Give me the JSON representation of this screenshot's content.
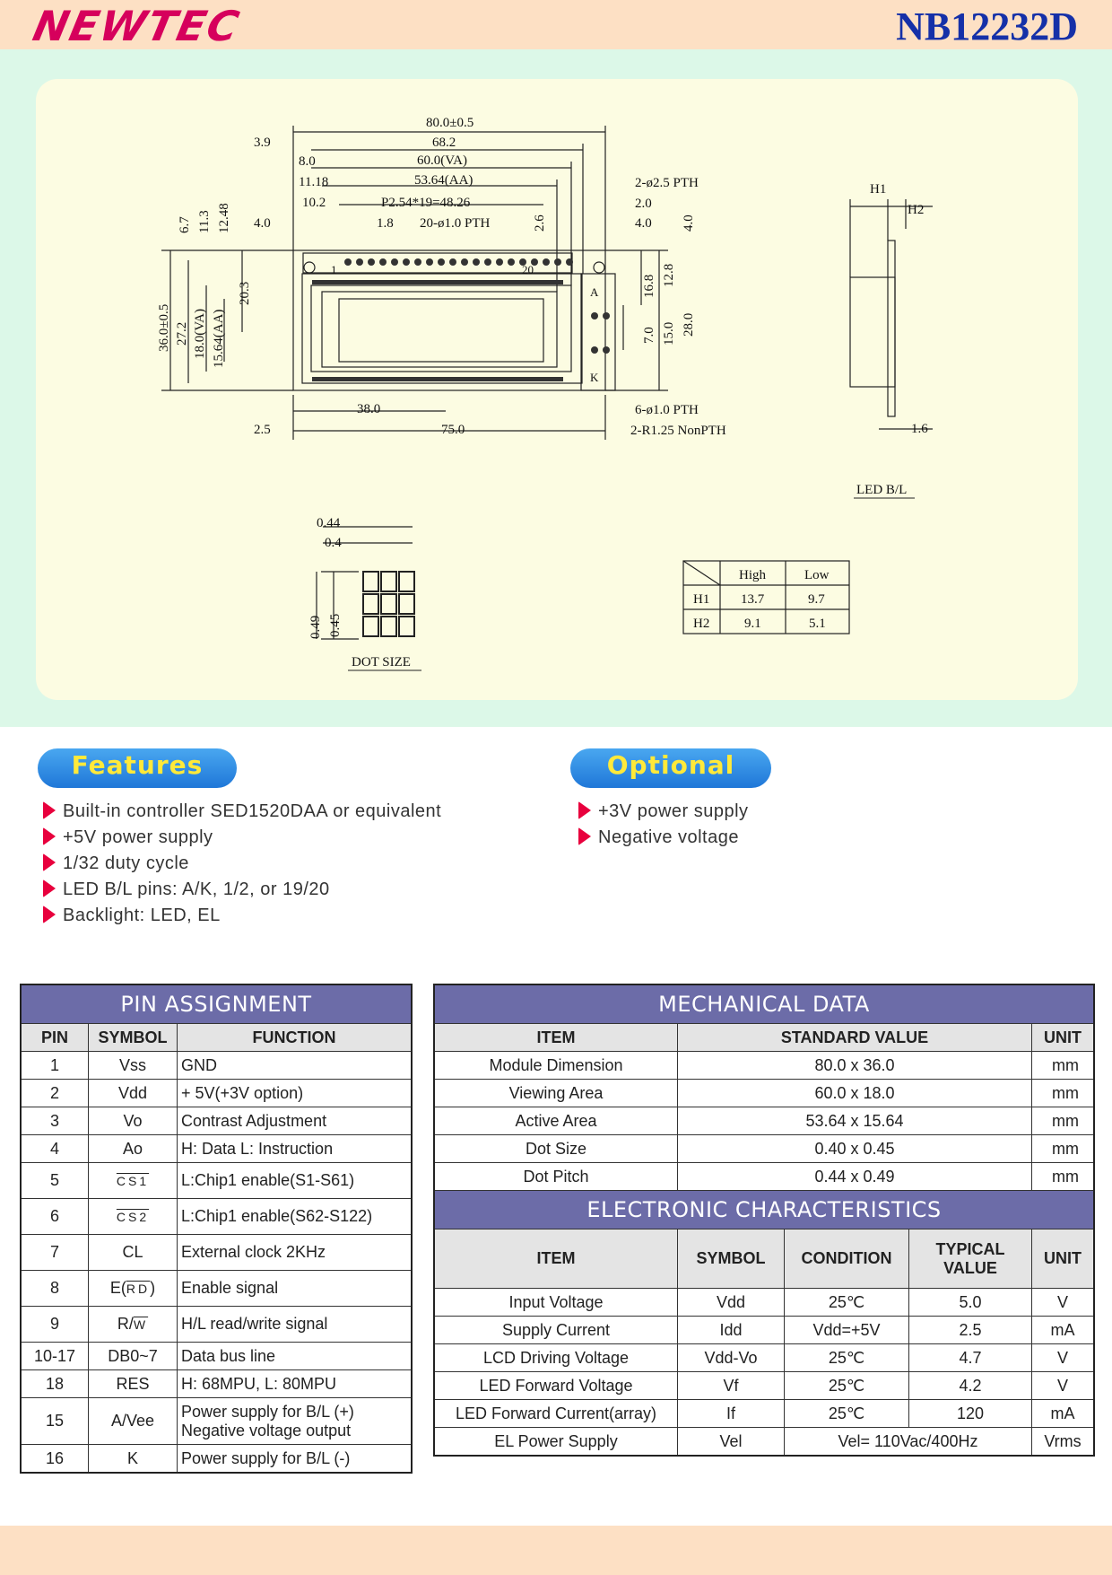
{
  "header": {
    "logo": "NEWTEC",
    "model": "NB12232D"
  },
  "drawing": {
    "dims_top": [
      "80.0±0.5",
      "68.2",
      "60.0(VA)",
      "53.64(AA)",
      "P2.54*19=48.26",
      "20-ø1.0 PTH",
      "3.9",
      "8.0",
      "11.18",
      "10.2",
      "1.8",
      "4.0",
      "2.6"
    ],
    "dims_left": [
      "6.7",
      "11.3",
      "12.48",
      "36.0±0.5",
      "27.2",
      "18.0(VA)",
      "15.64(AA)",
      "20.3"
    ],
    "dims_right": [
      "2-ø2.5 PTH",
      "2.0",
      "4.0",
      "4.0",
      "16.8",
      "12.8",
      "7.0",
      "15.0",
      "28.0"
    ],
    "dims_bottom": [
      "38.0",
      "2.5",
      "75.0",
      "6-ø1.0 PTH",
      "2-R1.25 NonPTH"
    ],
    "pin_labels": [
      "1",
      "20",
      "A",
      "K"
    ],
    "side": {
      "h1": "H1",
      "h2": "H2",
      "thick": "1.6",
      "caption": "LED B/L"
    },
    "dot": {
      "pitch_x": "0.44",
      "size_x": "0.4",
      "pitch_y": "0.49",
      "size_y": "0.45",
      "caption": "DOT SIZE"
    },
    "hl_table": {
      "headers": [
        "High",
        "Low"
      ],
      "rows": [
        {
          "label": "H1",
          "high": "13.7",
          "low": "9.7"
        },
        {
          "label": "H2",
          "high": "9.1",
          "low": "5.1"
        }
      ]
    }
  },
  "features": {
    "title": "Features",
    "items": [
      "Built-in controller SED1520DAA or equivalent",
      "+5V power supply",
      "1/32 duty cycle",
      "LED B/L pins: A/K, 1/2, or 19/20",
      "Backlight: LED, EL"
    ]
  },
  "optional": {
    "title": "Optional",
    "items": [
      "+3V power supply",
      "Negative voltage"
    ]
  },
  "pin_table": {
    "title": "PIN ASSIGNMENT",
    "headers": [
      "PIN",
      "SYMBOL",
      "FUNCTION"
    ],
    "rows": [
      {
        "pin": "1",
        "symbol": "Vss",
        "function": "GND"
      },
      {
        "pin": "2",
        "symbol": "Vdd",
        "function": "+ 5V(+3V option)"
      },
      {
        "pin": "3",
        "symbol": "Vo",
        "function": "Contrast Adjustment"
      },
      {
        "pin": "4",
        "symbol": "Ao",
        "function": "H: Data L: Instruction"
      },
      {
        "pin": "5",
        "symbol": "CS1",
        "function": "L:Chip1 enable(S1-S61)"
      },
      {
        "pin": "6",
        "symbol": "CS2",
        "function": "L:Chip1 enable(S62-S122)"
      },
      {
        "pin": "7",
        "symbol": "CL",
        "function": "External clock 2KHz"
      },
      {
        "pin": "8",
        "symbol_pre": "E(",
        "symbol_over": "RD",
        "symbol_post": ")",
        "function": "Enable signal"
      },
      {
        "pin": "9",
        "symbol_pre": "R/",
        "symbol_over": "W",
        "symbol_post": "",
        "function": "H/L read/write signal"
      },
      {
        "pin": "10-17",
        "symbol": "DB0~7",
        "function": "Data bus line"
      },
      {
        "pin": "18",
        "symbol": "RES",
        "function": "H: 68MPU, L: 80MPU"
      },
      {
        "pin": "15",
        "symbol": "A/Vee",
        "function": "Power supply for B/L (+)",
        "function2": "Negative voltage output"
      },
      {
        "pin": "16",
        "symbol": "K",
        "function": "Power supply for B/L (-)"
      }
    ]
  },
  "mech_table": {
    "title": "MECHANICAL DATA",
    "headers": [
      "ITEM",
      "STANDARD VALUE",
      "UNIT"
    ],
    "rows": [
      {
        "item": "Module Dimension",
        "value": "80.0 x 36.0",
        "unit": "mm"
      },
      {
        "item": "Viewing Area",
        "value": "60.0 x 18.0",
        "unit": "mm"
      },
      {
        "item": "Active Area",
        "value": "53.64 x 15.64",
        "unit": "mm"
      },
      {
        "item": "Dot Size",
        "value": "0.40 x 0.45",
        "unit": "mm"
      },
      {
        "item": "Dot Pitch",
        "value": "0.44 x 0.49",
        "unit": "mm"
      }
    ]
  },
  "elec_table": {
    "title": "ELECTRONIC CHARACTERISTICS",
    "headers": [
      "ITEM",
      "SYMBOL",
      "CONDITION",
      "TYPICAL",
      "VALUE",
      "UNIT"
    ],
    "rows": [
      {
        "item": "Input Voltage",
        "symbol": "Vdd",
        "condition": "25℃",
        "value": "5.0",
        "unit": "V"
      },
      {
        "item": "Supply Current",
        "symbol": "Idd",
        "condition": "Vdd=+5V",
        "value": "2.5",
        "unit": "mA"
      },
      {
        "item": "LCD Driving Voltage",
        "symbol": "Vdd-Vo",
        "condition": "25℃",
        "value": "4.7",
        "unit": "V"
      },
      {
        "item": "LED Forward Voltage",
        "symbol": "Vf",
        "condition": "25℃",
        "value": "4.2",
        "unit": "V"
      },
      {
        "item": "LED Forward Current(array)",
        "symbol": "If",
        "condition": "25℃",
        "value": "120",
        "unit": "mA"
      }
    ],
    "last_row": {
      "item": "EL Power Supply",
      "symbol": "Vel",
      "condition": "Vel= 110Vac/400Hz",
      "unit": "Vrms"
    }
  }
}
